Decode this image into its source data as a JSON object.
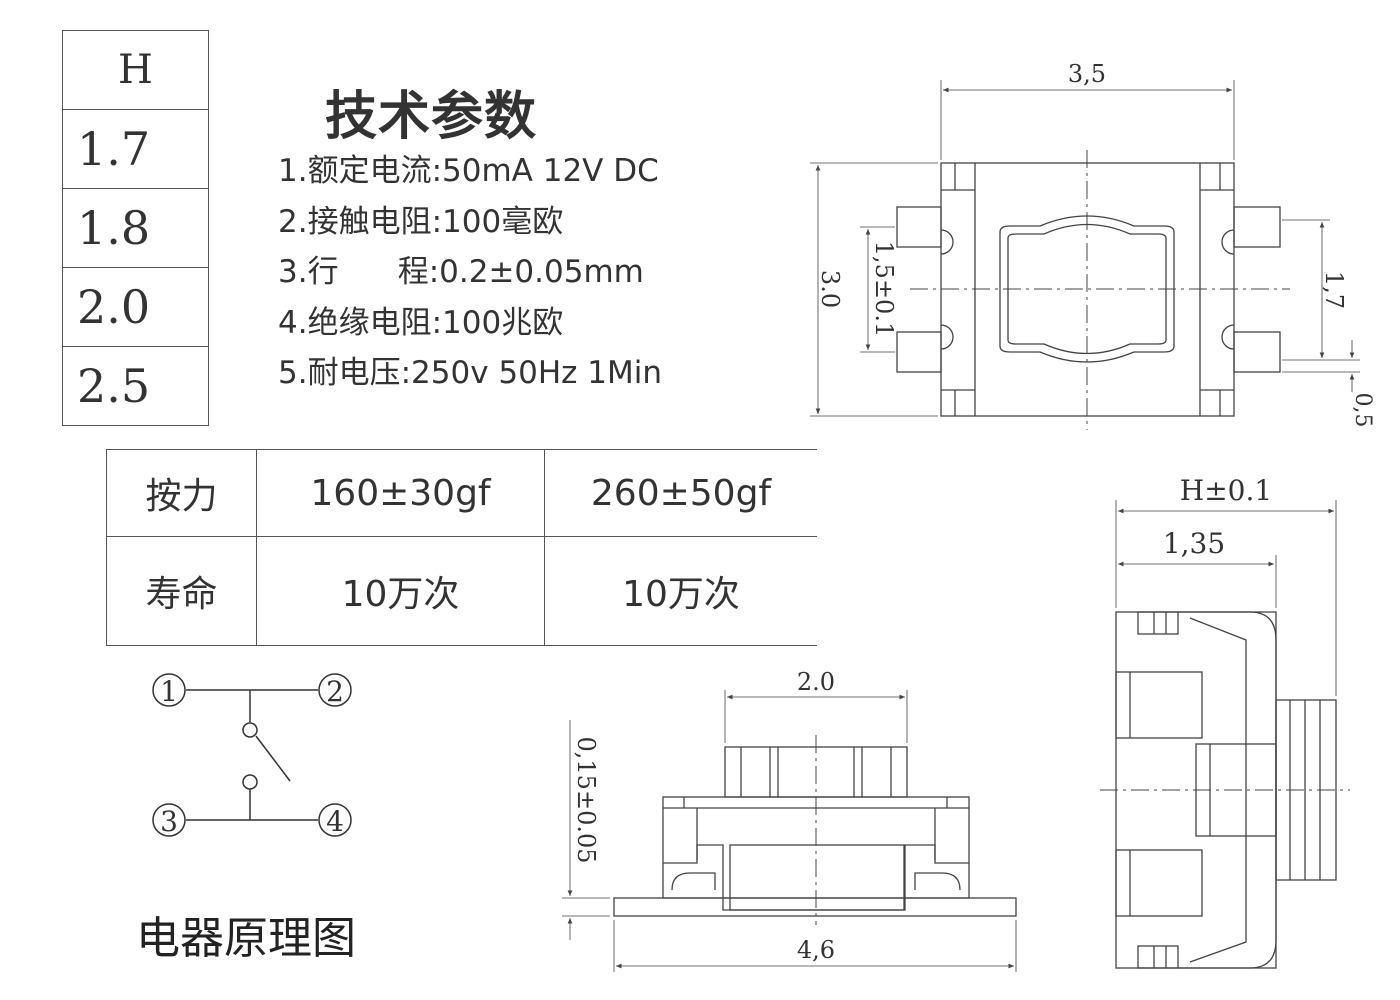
{
  "h_table": {
    "header": "H",
    "values": [
      "1.7",
      "1.8",
      "2.0",
      "2.5"
    ]
  },
  "specs": {
    "title": "技术参数",
    "items": [
      "1.额定电流:50mA 12V DC",
      "2.接触电阻:100毫欧",
      "3.行      程:0.2±0.05mm",
      "4.绝缘电阻:100兆欧",
      "5.耐电压:250v 50Hz 1Min"
    ]
  },
  "force_table": {
    "row_force": {
      "label": "按力",
      "col1": "160±30gf",
      "col2": "260±50gf"
    },
    "row_life": {
      "label": "寿命",
      "col1": "10万次",
      "col2": "10万次"
    }
  },
  "schematic": {
    "title": "电器原理图",
    "pins": [
      "1",
      "2",
      "3",
      "4"
    ]
  },
  "dimensions": {
    "top_width": "3,5",
    "top_height": "3.0",
    "pad_pitch": "1,5±0.1",
    "pad_span": "1,7",
    "pad_width": "0,5",
    "side_overall": "H±0.1",
    "side_body": "1,35",
    "front_top": "2.0",
    "front_base": "4,6",
    "front_offset": "0,15±0.05"
  }
}
